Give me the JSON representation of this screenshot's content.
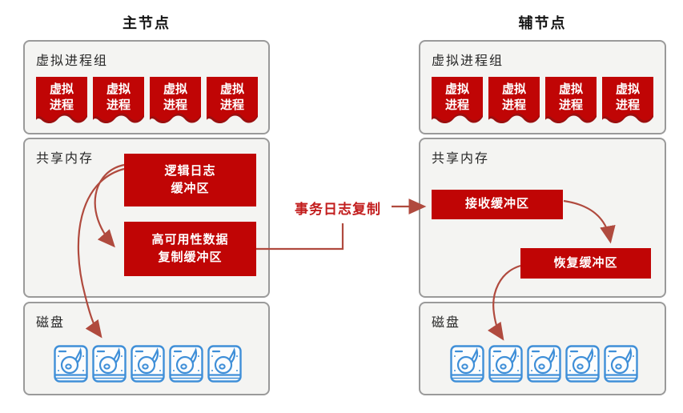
{
  "diagram": {
    "left_node": {
      "title": "主节点",
      "process_group": {
        "label": "虚拟进程组",
        "flags": [
          "虚拟进程",
          "虚拟进程",
          "虚拟进程",
          "虚拟进程"
        ]
      },
      "shared_memory": {
        "label": "共享内存",
        "logical_log_buffer": {
          "line1": "逻辑日志",
          "line2": "缓冲区"
        },
        "ha_replication_buffer": {
          "line1": "高可用性数据",
          "line2": "复制缓冲区"
        }
      },
      "disk": {
        "label": "磁盘",
        "disk_count": 5
      }
    },
    "right_node": {
      "title": "辅节点",
      "process_group": {
        "label": "虚拟进程组",
        "flags": [
          "虚拟进程",
          "虚拟进程",
          "虚拟进程",
          "虚拟进程"
        ]
      },
      "shared_memory": {
        "label": "共享内存",
        "receive_buffer": "接收缓冲区",
        "recovery_buffer": "恢复缓冲区"
      },
      "disk": {
        "label": "磁盘",
        "disk_count": 5
      }
    },
    "flow_label": "事务日志复制",
    "colors": {
      "buffer_red": "#c00505",
      "flag_shadow_red": "#9b0f0f",
      "arrow_red": "#b04a3e",
      "flow_label_red": "#c21d1d",
      "disk_blue": "#3f8fd8",
      "panel_bg": "#f4f4f2",
      "panel_border": "#9a9a9a"
    }
  }
}
